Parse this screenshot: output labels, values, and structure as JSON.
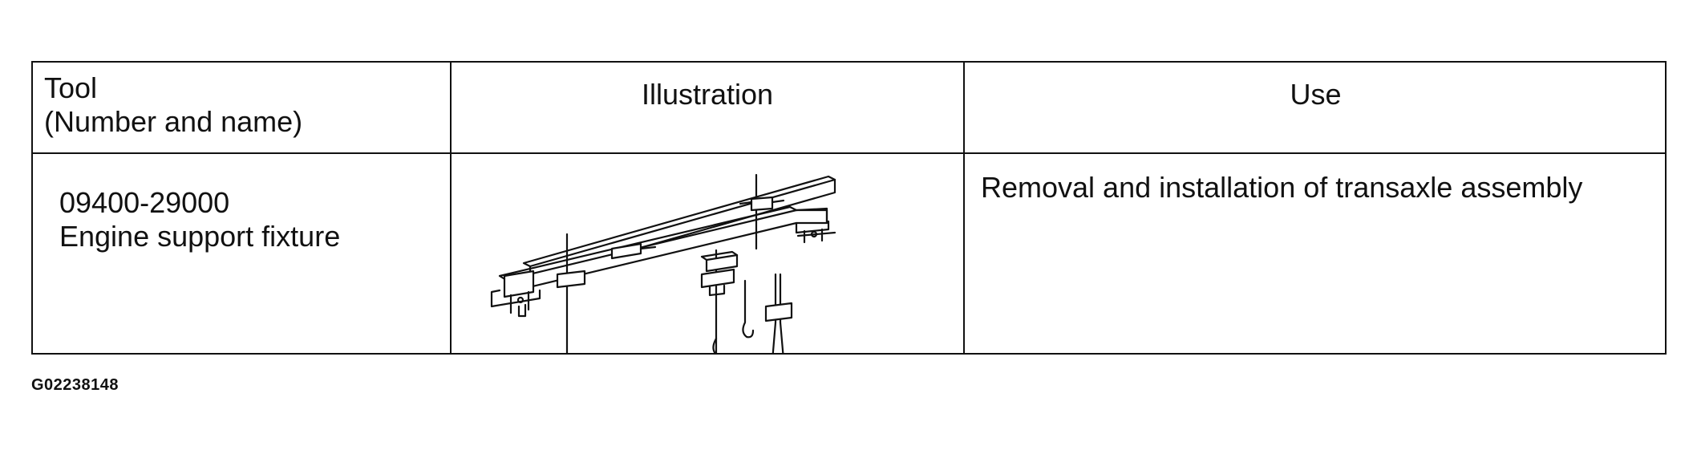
{
  "table": {
    "headers": {
      "tool_line1": "Tool",
      "tool_line2": "(Number and name)",
      "illustration": "Illustration",
      "use": "Use"
    },
    "rows": [
      {
        "tool_number": "09400-29000",
        "tool_name": "Engine support fixture",
        "illustration_icon": "engine-support-fixture-drawing",
        "use": "Removal and installation of transaxle assembly"
      }
    ]
  },
  "figure_code": "G02238148"
}
